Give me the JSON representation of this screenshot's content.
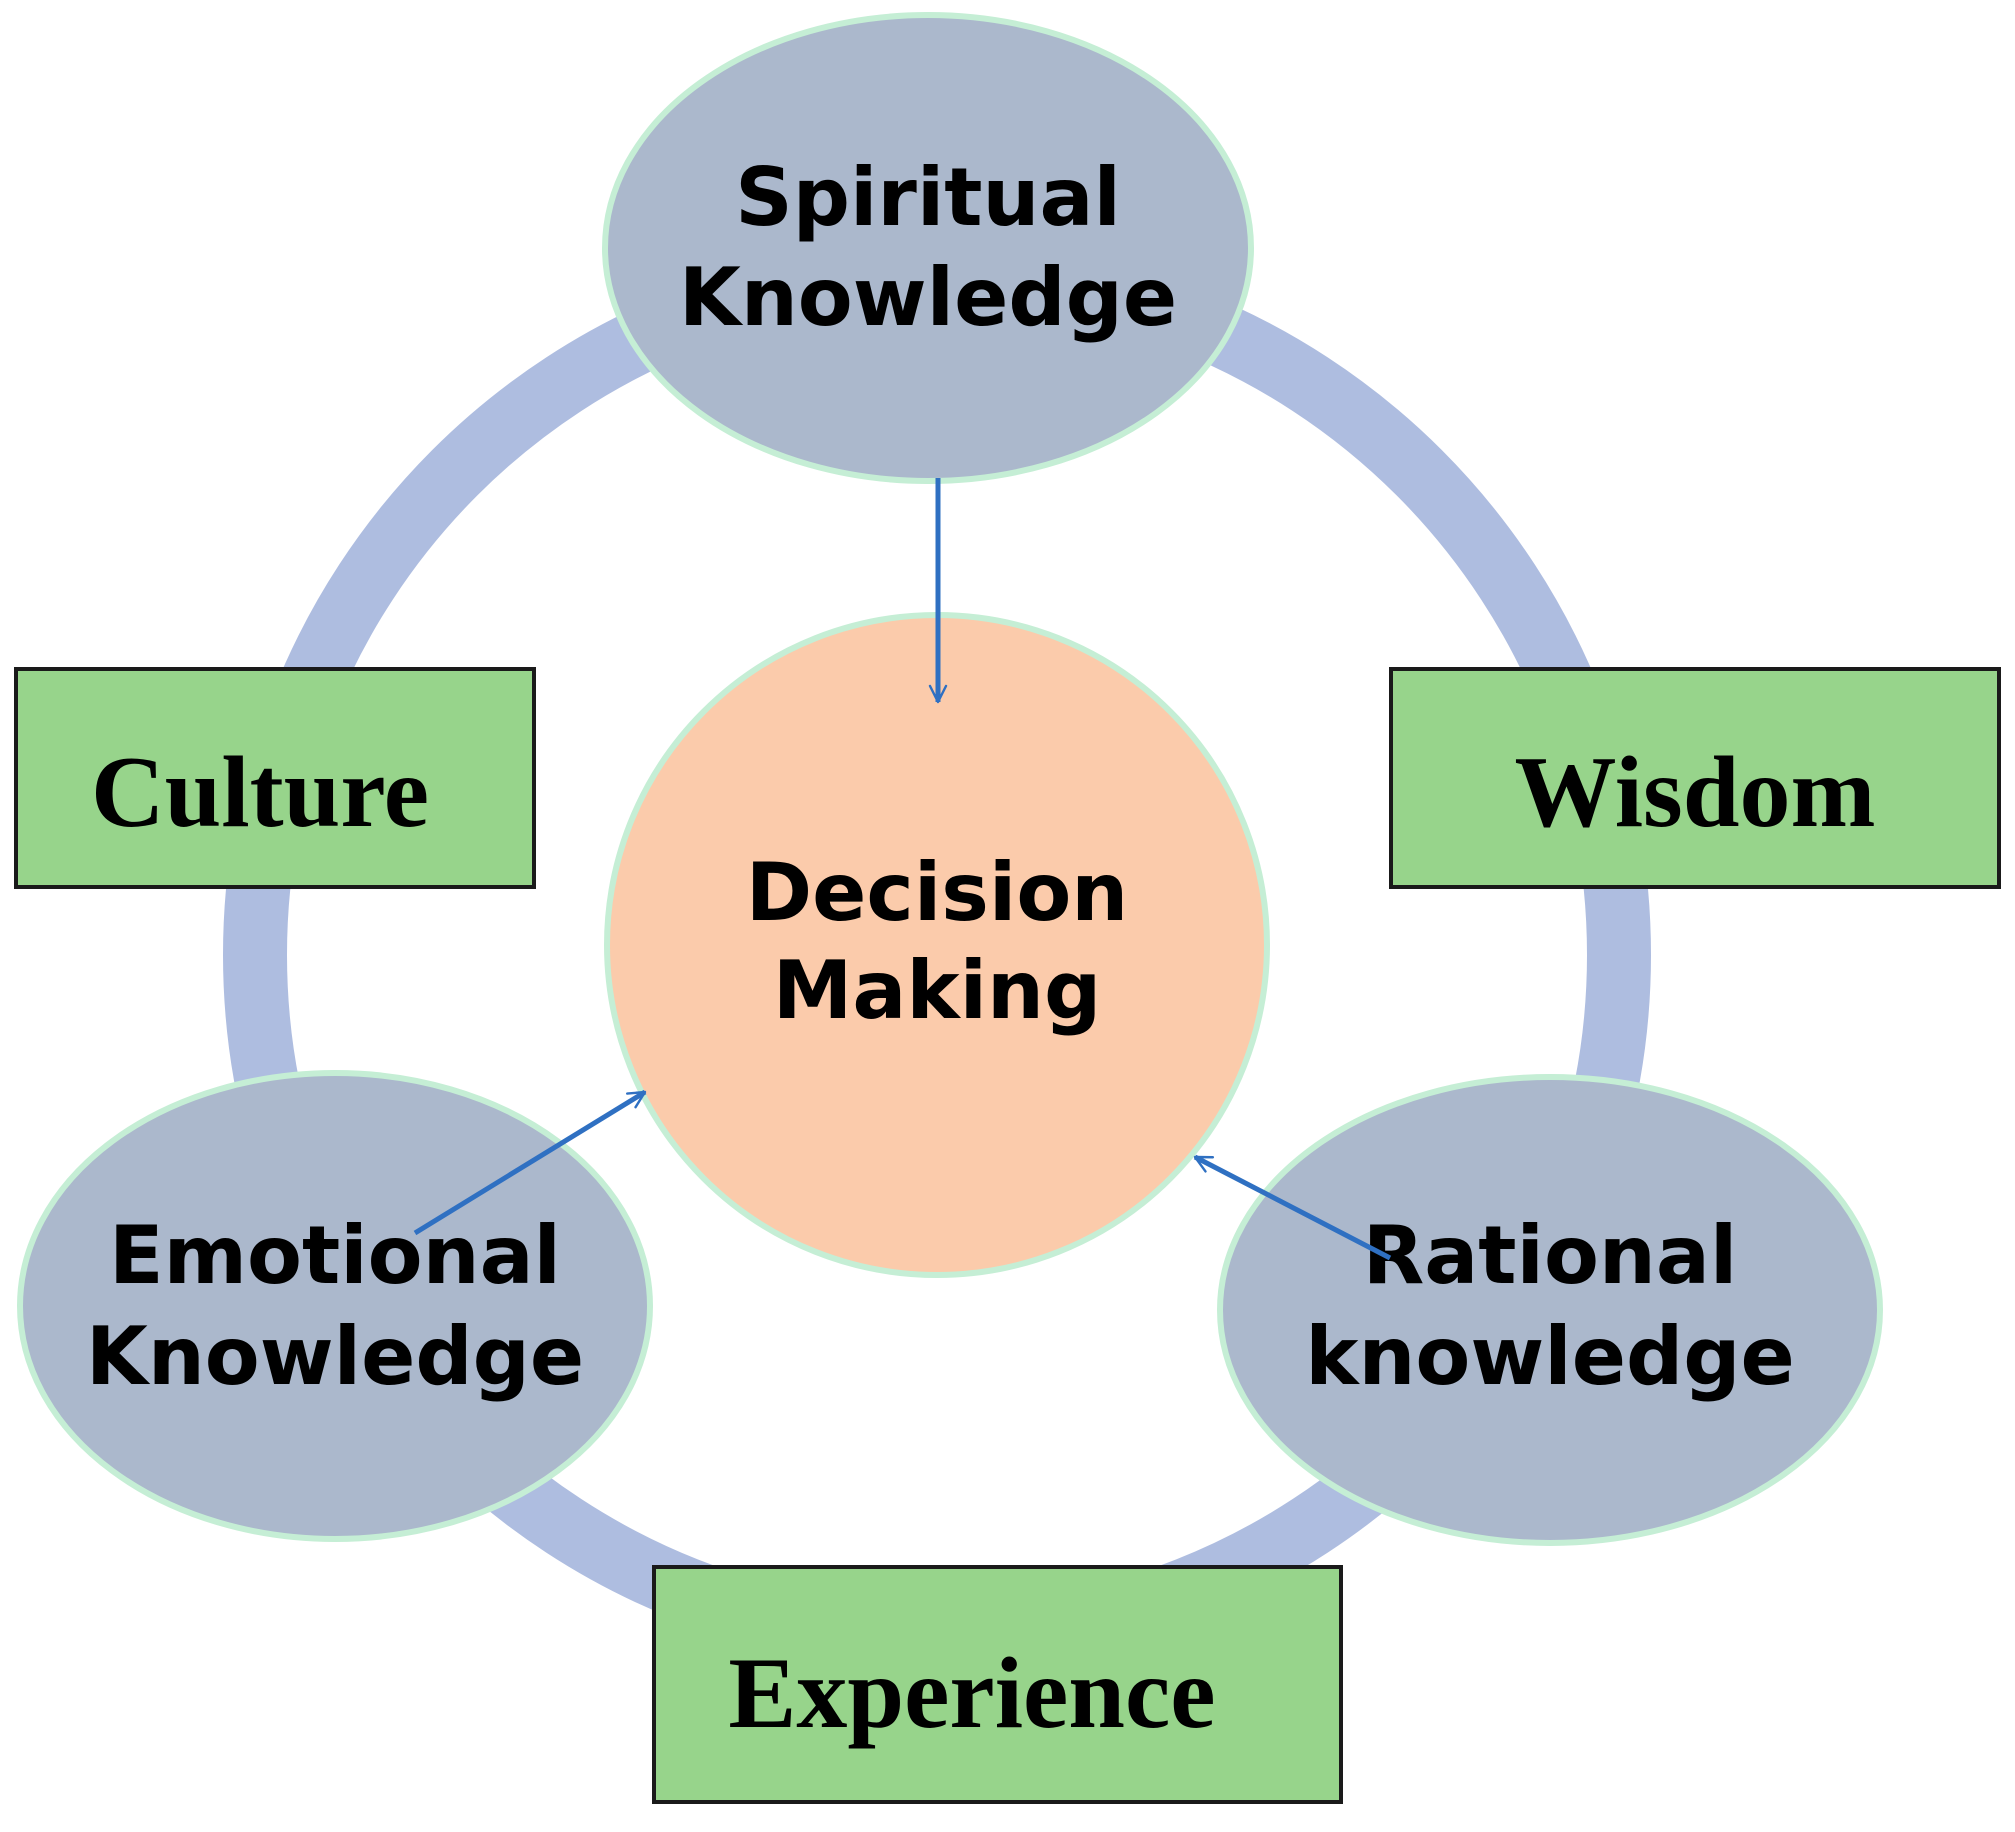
{
  "center": {
    "line1": "Decision",
    "line2": "Making"
  },
  "nodes": {
    "spiritual": {
      "line1": "Spiritual",
      "line2": "Knowledge"
    },
    "emotional": {
      "line1": "Emotional",
      "line2": "Knowledge"
    },
    "rational": {
      "line1": "Rational",
      "line2": "knowledge"
    }
  },
  "boxes": {
    "culture": "Culture",
    "wisdom": "Wisdom",
    "experience": "Experience"
  },
  "colors": {
    "ring": "#aebde0",
    "oval_fill": "#abb8cc",
    "oval_stroke": "#c5eed5",
    "center_fill": "#fbcbab",
    "box_fill": "#97d48b",
    "box_stroke": "#1a1a1a",
    "arrow": "#2f70c2"
  }
}
